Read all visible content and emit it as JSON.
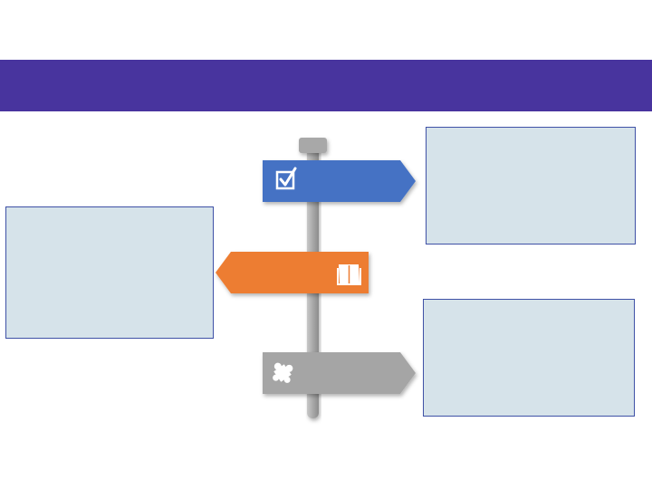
{
  "slide": {
    "title": ""
  },
  "signs": [
    {
      "id": "top",
      "color": "#4472c4",
      "icon": "checkbox-check-icon",
      "label": ""
    },
    {
      "id": "middle",
      "color": "#ed7d31",
      "icon": "open-book-icon",
      "label": ""
    },
    {
      "id": "bottom",
      "color": "#a5a5a5",
      "icon": "puzzle-piece-icon",
      "label": ""
    }
  ],
  "boxes": {
    "top_right": "",
    "left": "",
    "bottom_right": ""
  },
  "colors": {
    "banner": "#48349e",
    "box_fill": "#d6e3ea",
    "box_border": "#3f51a6",
    "pole": "#a6a6a6"
  }
}
